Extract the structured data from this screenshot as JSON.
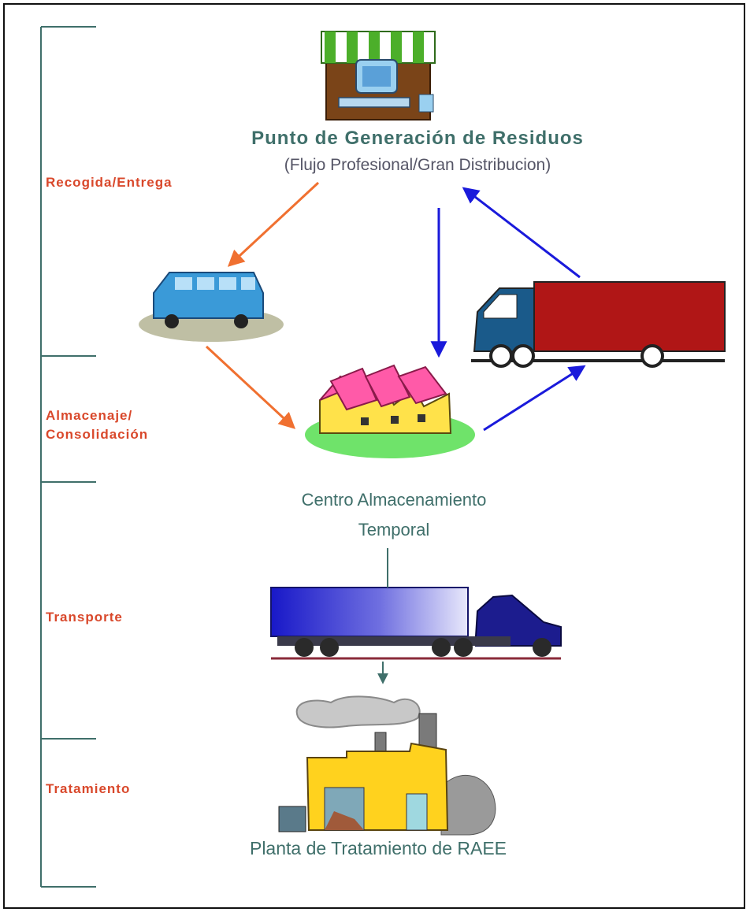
{
  "stages": [
    {
      "label": "Recogida/Entrega"
    },
    {
      "label": "Almacenaje/\nConsolidación"
    },
    {
      "label": "Transporte"
    },
    {
      "label": "Tratamiento"
    }
  ],
  "nodes": {
    "generation_title": "Punto de Generación de Residuos",
    "generation_subtitle": "(Flujo Profesional/Gran Distribucion)",
    "storage_line1": "Centro Almacenamiento",
    "storage_line2": "Temporal",
    "plant": "Planta de Tratamiento de RAEE"
  },
  "icons": [
    "shop-computer-icon",
    "van-icon",
    "warehouse-icon",
    "red-truck-icon",
    "blue-truck-icon",
    "factory-icon"
  ],
  "colors": {
    "stage_label": "#d9482b",
    "title_text": "#3f6f6a",
    "orange_arrow": "#f07030",
    "blue_arrow": "#1a1adb",
    "bracket": "#3f6f6a"
  }
}
